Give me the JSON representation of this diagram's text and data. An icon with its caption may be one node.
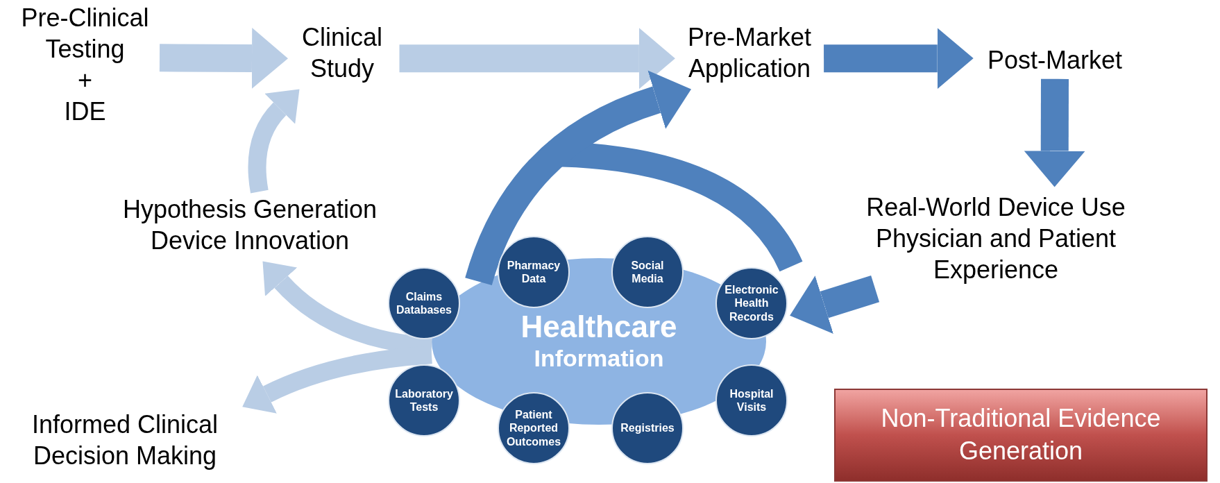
{
  "diagram": {
    "nodes": [
      {
        "text": [
          "Pre-Clinical Testing + IDE"
        ]
      },
      {
        "text": [
          "Clinical Study"
        ]
      },
      {
        "text": [
          "Pre-Market Application"
        ]
      },
      {
        "text": [
          "Post-Market"
        ]
      },
      {
        "text": [
          "Hypothesis Generation Device Innovation"
        ]
      },
      {
        "text": [
          "Real-World Device Use Physician and Patient Experience"
        ]
      },
      {
        "text": [
          "Healthcare",
          "Information"
        ]
      },
      {
        "text": [
          "Claims Databases"
        ]
      },
      {
        "text": [
          "Pharmacy Data"
        ]
      },
      {
        "text": [
          "Social Media"
        ]
      },
      {
        "text": [
          "Electronic Health Records"
        ]
      },
      {
        "text": [
          "Laboratory Tests"
        ]
      },
      {
        "text": [
          "Patient Reported Outcomes"
        ]
      },
      {
        "text": [
          "Registries"
        ]
      },
      {
        "text": [
          "Hospital Visits"
        ]
      },
      {
        "text": [
          "Informed Clinical Decision Making"
        ]
      },
      {
        "text": [
          "Non-Traditional Evidence Generation"
        ]
      }
    ],
    "edges": [
      {
        "from": 0,
        "to": 1,
        "arrow": "to"
      },
      {
        "from": 1,
        "to": 2,
        "arrow": "to"
      },
      {
        "from": 2,
        "to": 3,
        "arrow": "to",
        "color": "#4f81bd"
      },
      {
        "from": 3,
        "to": 5,
        "arrow": "to",
        "color": "#4f81bd"
      },
      {
        "from": 5,
        "to": 10,
        "arrow": "to",
        "color": "#4f81bd"
      },
      {
        "from": 6,
        "to": 2,
        "arrow": "to",
        "color": "#4f81bd"
      },
      {
        "from": 4,
        "to": 1,
        "arrow": "to"
      },
      {
        "from": 6,
        "to": 4,
        "arrow": "to"
      },
      {
        "from": 6,
        "to": 15,
        "arrow": "to"
      }
    ]
  }
}
